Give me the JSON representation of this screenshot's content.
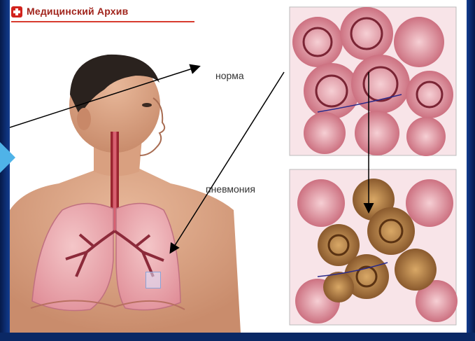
{
  "header": {
    "logo_text": "Медицинский Архив",
    "logo_icon": "red-cross-icon"
  },
  "labels": {
    "normal": "норма",
    "pneumonia": "пневмония"
  },
  "colors": {
    "background": "#0b2a6e",
    "accent_marker": "#4fb3e8",
    "logo_red": "#d2231d",
    "tissue_pink": "#d98a93",
    "tissue_dark": "#8c2a3a",
    "fluid_brown": "#b07a3a"
  },
  "illustration": {
    "subject": "man-with-lungs",
    "panels": [
      "normal-alveoli",
      "pneumonia-alveoli"
    ]
  }
}
